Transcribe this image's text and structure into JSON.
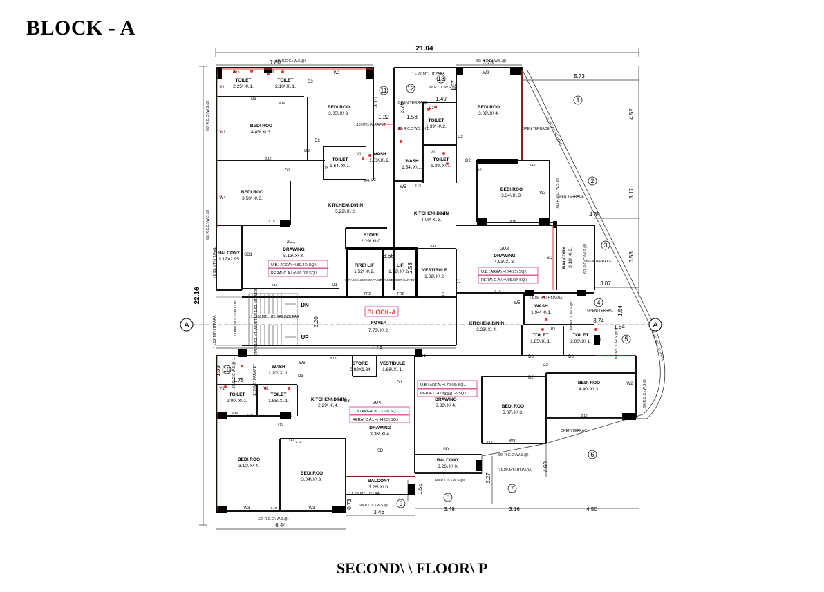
{
  "block_title": "BLOCK - A",
  "floor_title": "SECOND\\ \\ FLOOR\\ P",
  "colors": {
    "wall": "#000000",
    "line": "#333333",
    "accent": "#e53935",
    "area_box": "#d63384"
  },
  "section_marker": "A",
  "block_badge": "BLOCK-A",
  "dims": {
    "total_width": "21.04",
    "total_height": "22.16",
    "d780": "7.80",
    "d328": "3.28",
    "d573": "5.73",
    "d452": "4.52",
    "d317": "3.17",
    "d439": "4.39",
    "d358": "3.58",
    "d307": "3.07",
    "d154": "1.54",
    "d164": "1.64",
    "d374": "3.74",
    "d316": "3.16",
    "d376": "3.76",
    "d122": "1.22",
    "d153": "1.53",
    "d149": "1.49",
    "d366": "3.66",
    "d253": "2.53",
    "d773": "7.73",
    "d320": "3.20",
    "d644": "6.44",
    "d346": "3.46",
    "d348": "3.48",
    "d316b": "3.16",
    "d450": "4.50",
    "d327": "3.27",
    "d460": "4.60",
    "d155": "1.55",
    "d073": "0.73",
    "d133": "1.33",
    "d175": "1.75",
    "d187": "1.87"
  },
  "circles": [
    "1",
    "2",
    "3",
    "4",
    "5",
    "6",
    "7",
    "8",
    "9",
    "10",
    "11",
    "12",
    "13"
  ],
  "units": {
    "u201": {
      "no": "201",
      "ub": "U.B.\\ AREA\\ =\\ 89.21\\ SQ.\\",
      "rera": "RERA\\ C.A.\\ =\\ 80.03\\ SQ.\\"
    },
    "u202": {
      "no": "202",
      "ub": "U.B.\\ AREA\\ =\\ 74.21\\ SQ.\\",
      "rera": "RERA\\ C.A.\\ =\\ 65.68\\ SQ.\\"
    },
    "u203": {
      "no": "203",
      "ub": "U.B.\\ AREA\\ =\\ 70.06\\ SQ.\\",
      "rera": "RERA\\ C.A.\\ =\\ 61.12\\ SQ.\\"
    },
    "u204": {
      "no": "204",
      "ub": "U.B.\\ AREA\\ =\\ 73.02\\ SQ.\\",
      "rera": "RERA\\ C.A.\\ =\\ 64.03\\ SQ.\\"
    }
  },
  "rooms": {
    "toilet_a": {
      "name": "TOILET",
      "size": "2.25\\ X\\ 1."
    },
    "toilet_b": {
      "name": "TOILET",
      "size": "2.10\\ X\\ 1."
    },
    "bed_201a": {
      "name": "BED\\ ROO",
      "size": "3.05\\ X\\ 3."
    },
    "bed_201b": {
      "name": "BED\\ ROO",
      "size": "4.45\\ X\\ 3."
    },
    "toilet_c": {
      "name": "TOILET",
      "size": "1.64\\ X\\ 1."
    },
    "wash_a": {
      "name": "WASH",
      "size": "1.53\\ X\\ 2."
    },
    "bed_201c": {
      "name": "BED\\ ROO",
      "size": "3.50\\ X\\ 3."
    },
    "kitchen_201": {
      "name": "KITCHEN\\ DININ",
      "size": "5.22\\ X\\ 2."
    },
    "store_201": {
      "name": "STORE",
      "size": "2.29\\ X\\ 0."
    },
    "drawing_201": {
      "name": "DRAWING",
      "size": "5.13\\ X\\ 3."
    },
    "balcony_201": {
      "name": "BALCONY",
      "size": "1.12X2.95"
    },
    "open_terrace_12": {
      "name": "OPEN TERRACE",
      "size": ""
    },
    "toilet_d": {
      "name": "TOILET",
      "size": "1.39\\ X\\ 2."
    },
    "bed_202a": {
      "name": "BED\\ ROO",
      "size": "3.08\\ X\\ 4."
    },
    "wash_b": {
      "name": "WASH",
      "size": "1.54\\ X\\ 1."
    },
    "toilet_e": {
      "name": "TOILET",
      "size": "1.39\\ X\\ 1."
    },
    "kitchen_202": {
      "name": "KITCHEN\\ DININ",
      "size": "4.09\\ X\\ 3."
    },
    "bed_202b": {
      "name": "BED\\ ROO",
      "size": "3.34\\ X\\ 3."
    },
    "drawing_202": {
      "name": "DRAWING",
      "size": "4.93\\ X\\ 3."
    },
    "balcony_202": {
      "name": "BALCONY",
      "size": "3.18\\ X\\ 0."
    },
    "fire_lift": {
      "name": "FIRE\\ LIF",
      "size": "1.52\\ X\\ 2.",
      "cap": "6\\ PASSENGER CAPACITY"
    },
    "lift": {
      "name": "\\ LIF",
      "size": "1.52\\ X\\ 2.",
      "cap": "6\\ PASSENGER CAPACITY"
    },
    "vestibule_a": {
      "name": "VESTIBULE",
      "size": "1.82\\ X\\ 2."
    },
    "foyer": {
      "name": "FOYER",
      "size": "7.73\\ X\\ 2."
    },
    "kitchen_203": {
      "name": "KITCHEN\\ DININ",
      "size": "3.23\\ X\\ 4."
    },
    "wash_c": {
      "name": "WASH",
      "size": "1.94\\ X\\ 1."
    },
    "toilet_f": {
      "name": "TOILET",
      "size": "1.85\\ X\\ 1."
    },
    "toilet_g": {
      "name": "TOILET",
      "size": "2.00\\ X\\ 1."
    },
    "bed_203a": {
      "name": "BED\\ ROO",
      "size": "4.40\\ X\\ 3."
    },
    "drawing_203": {
      "name": "DRAWING",
      "size": "3.38\\ X\\ 4."
    },
    "bed_203b": {
      "name": "BED\\ ROO",
      "size": "3.07\\ X\\ 3."
    },
    "balcony_203": {
      "name": "BALCONY",
      "size": "3.26\\ X\\ 0."
    },
    "wash_d": {
      "name": "WASH",
      "size": "2.20\\ X\\ 1."
    },
    "toilet_h": {
      "name": "TOILET",
      "size": "2.00\\ X\\ 1."
    },
    "toilet_i": {
      "name": "TOILET",
      "size": "1.85\\ X\\ 1."
    },
    "kitchen_204": {
      "name": "KITCHEN\\ DININ",
      "size": "2.29\\ X\\ 4."
    },
    "store_204": {
      "name": "STORE",
      "size": "0.92X1.34"
    },
    "vestibule_b": {
      "name": "VESTIBULE",
      "size": "1.68\\ X\\ 1."
    },
    "drawing_204": {
      "name": "DRAWING",
      "size": "3.36\\ X\\ 4."
    },
    "bed_204a": {
      "name": "BED\\ ROO",
      "size": "3.10\\ X\\ 4."
    },
    "bed_204b": {
      "name": "BED\\ ROO",
      "size": "3.04\\ X\\ 3."
    },
    "balcony_204": {
      "name": "BALCONY",
      "size": "3.26\\ X\\ 0."
    }
  },
  "labels": {
    "rcc_top_a": ".60\\ R.C.C.\\ W.S.@\\",
    "rcc_top_b": ".60\\ R.C.C.\\ W.S.@\\",
    "rcc_left_a": ".60\\ R.C.C.\\ W.S.@\\",
    "rcc_left_b": ".60\\ R.C.C.\\ W.S.@\\",
    "rcc_mid": ".60\\ R.C.C W.S.@\\ L.",
    "rcc_mid2": ".60\\ R.C.C W.S.@\\ L.",
    "rcc_right": ".60\\ R.C.C.\\ W.S.@\\",
    "rcc_balc202": ".60\\ R.C.C.\\ W.S.@\\",
    "rcc_bot_a": ".60\\ R.C.C.\\ W.S.@\\",
    "rcc_bot_b": ".60\\ R.C.C.\\ W.S.@\\",
    "rcc_bot_c": ".60\\ R.C.C.\\ W.S.@\\",
    "rcc_bot_d": ".60\\ R.C.C.\\ W.S.@\\",
    "rcc_right2": ".60\\ R.C.C.\\ W.S.@\\",
    "ht_para_top": "\\ 1.15\\ MT.\\ HT.PARA",
    "parapet": "1.15\\ MT.\\ PARAPET",
    "rail_left": "\\ 1.15\\ MT.\\ HT.RAIL",
    "ht_para_left": "\\ 1.15\\ MT.\\ HT.PARA",
    "railing": "\\ 1.15\\ MT.\\ HT.\\ RAILING\\ PAR",
    "landing": "\\ LANDIN 1.70\\ MT.\\ WI",
    "stair_dn": "STAIR 1.52\\ MT. WIDE",
    "stair_up": "STAIR 1.52\\ MT. WIDE",
    "dn": "DN",
    "up": "UP",
    "ht_para_right": "\\ 1.15\\ MT.\\ HT.PARA",
    "open_terrace_a": "OPEN TERRACE",
    "open_terrace_b": "OPEN TERRACE",
    "open_terrace_c": "OPEN TERRACE",
    "open_terrac_d": "OPEN\\ TERRAC",
    "open_terrac_e": "OPEN\\ TERRAC",
    "ht_para_diag": "\\ 1.15\\ MT.\\ HT.PARA",
    "ht_para_diag2": "\\ 1.15\\ MT.\\ HT.PARA",
    "ht_para_bot": "\\ 1.15\\ MT.\\ HT.PARA",
    "ht_rai_bot": "\\ 1.15\\ MT.\\ HT.\\ RAI",
    "parapet_bl": "1.15\\ MT.\\ PARAPET",
    "frd_a": "FRD",
    "frd_b": "FRD"
  },
  "doors": {
    "d1": "D1",
    "d2": "D2",
    "d3": "D3",
    "v1": "V1",
    "w1": "W1",
    "w2": "W2",
    "w3": "W3",
    "w4": "W4",
    "w5": "W5",
    "w6": "W6",
    "sd": "SD",
    "sd1": "SD1",
    "d": "D"
  },
  "small": {
    "t010": "0.10"
  }
}
